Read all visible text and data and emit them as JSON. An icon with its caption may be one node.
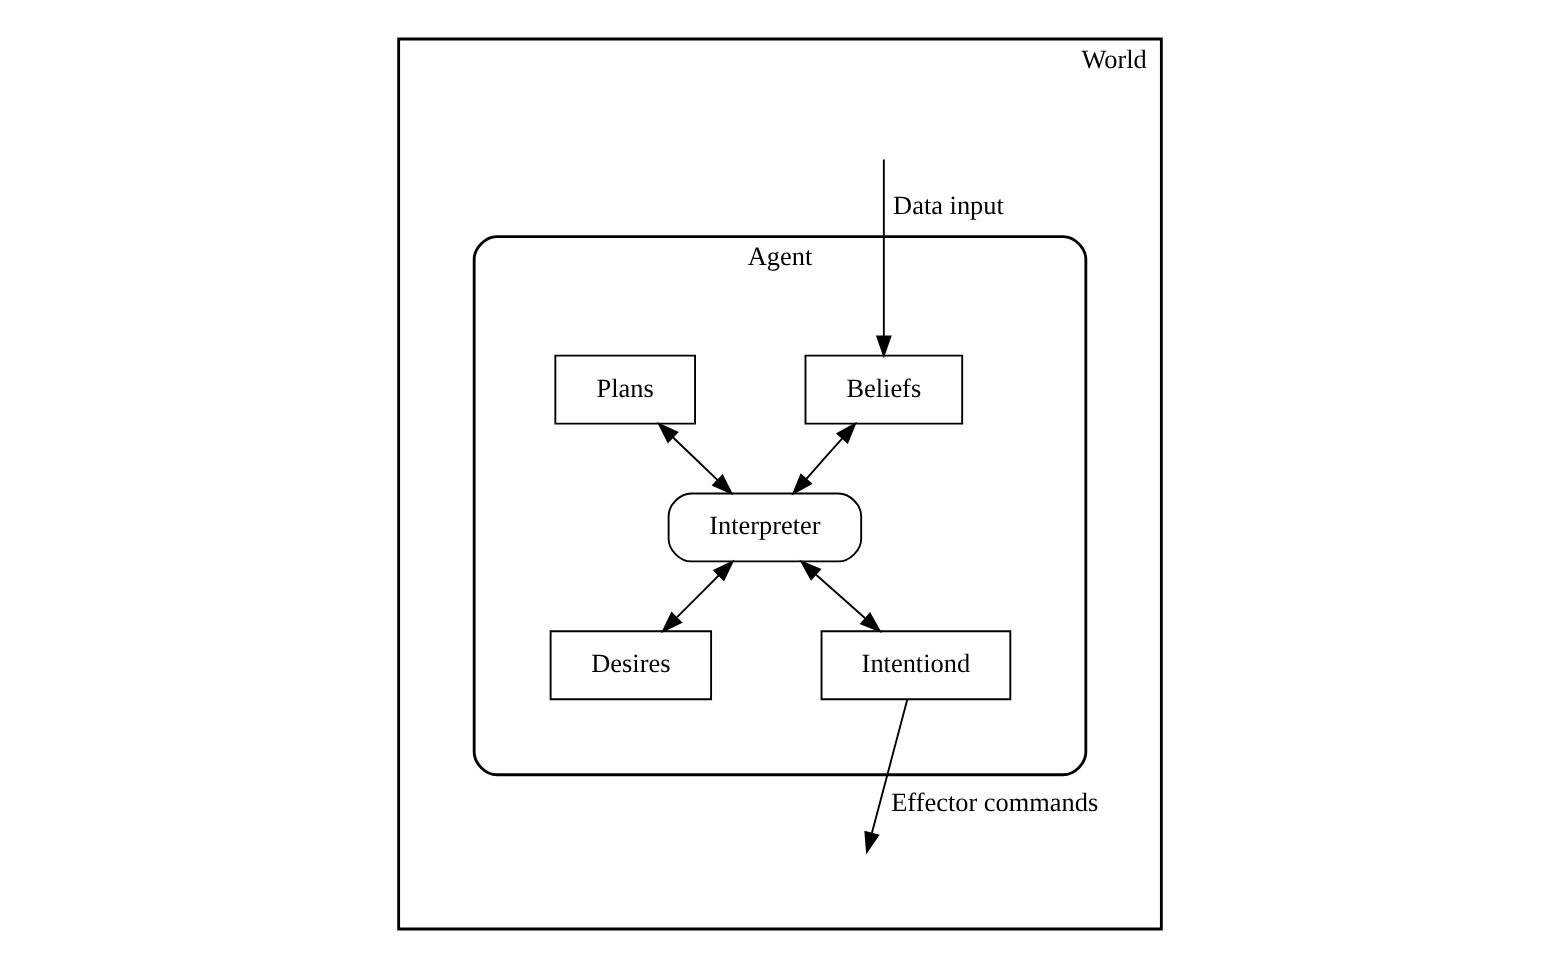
{
  "diagram": {
    "nodes": [
      {
        "text": [
          "World"
        ]
      },
      {
        "text": [
          "Agent"
        ],
        "in": 0
      },
      {
        "text": [
          "Beliefs"
        ],
        "in": 1
      },
      {
        "text": [
          "Plans"
        ],
        "in": 1
      },
      {
        "text": [
          "Interpreter"
        ],
        "in": 1
      },
      {
        "text": [
          "Desires"
        ],
        "in": 1
      },
      {
        "text": [
          "Intentiond"
        ],
        "in": 1
      }
    ],
    "edges": [
      {
        "from": null,
        "to": 2,
        "arrow": "to",
        "label": "Data input"
      },
      {
        "from": 2,
        "to": 4,
        "arrow": "both"
      },
      {
        "from": 3,
        "to": 4,
        "arrow": "both"
      },
      {
        "from": 4,
        "to": 5,
        "arrow": "both"
      },
      {
        "from": 4,
        "to": 6,
        "arrow": "both"
      },
      {
        "from": 6,
        "to": null,
        "arrow": "to",
        "label": "Effector commands"
      }
    ]
  }
}
